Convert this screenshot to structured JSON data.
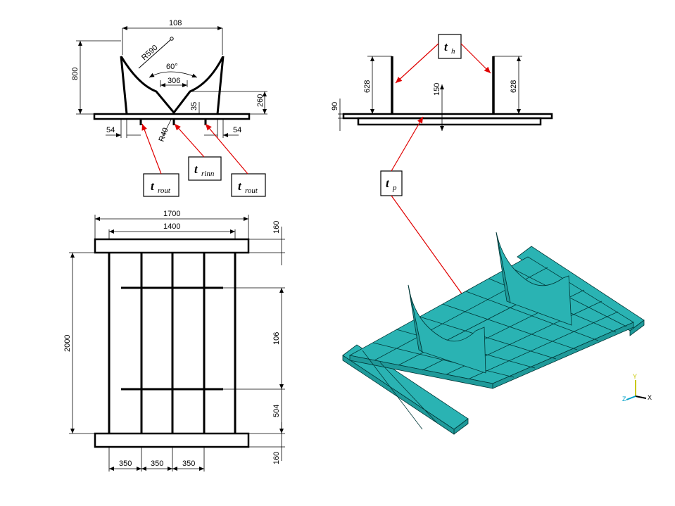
{
  "colors": {
    "line": "#000000",
    "leader": "#e00000",
    "mesh_face": "#2ab3b3",
    "mesh_face_dark": "#1f9a9a",
    "mesh_edge": "#003838",
    "triad_y": "#c8c800",
    "triad_x": "#000000",
    "triad_z": "#00a0c8"
  },
  "view_section": {
    "dim_top": "108",
    "dim_radius": "R590",
    "dim_height": "800",
    "dim_angle": "60°",
    "dim_bottom_width": "306",
    "dim_right_height": "260",
    "dim_small": "35",
    "dim_left": "54",
    "dim_right": "54",
    "dim_fillet": "R40"
  },
  "view_side": {
    "dim_left_height": "628",
    "dim_center": "150",
    "dim_right_height": "628",
    "dim_plate": "90"
  },
  "view_plan": {
    "dim_outer_width": "1700",
    "dim_inner_width": "1400",
    "dim_top_strip": "160",
    "dim_length": "2000",
    "dim_mid": "106",
    "dim_lower": "504",
    "dim_bottom_strip": "160",
    "dim_spacing_1": "350",
    "dim_spacing_2": "350",
    "dim_spacing_3": "350"
  },
  "callouts": [
    {
      "id": "th",
      "main": "t",
      "sub": "h"
    },
    {
      "id": "tp",
      "main": "t",
      "sub": "p"
    },
    {
      "id": "trout_left",
      "main": "t",
      "sub": "rout"
    },
    {
      "id": "trinn",
      "main": "t",
      "sub": "rinn"
    },
    {
      "id": "trout_right",
      "main": "t",
      "sub": "rout"
    }
  ],
  "triad": {
    "y": "Y",
    "z": "Z",
    "x": "X"
  }
}
